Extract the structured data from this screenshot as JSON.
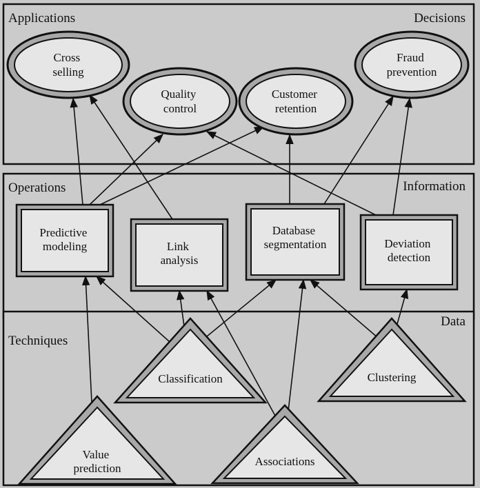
{
  "panels": {
    "top": {
      "left_title": "Applications",
      "right_title": "Decisions"
    },
    "middle": {
      "left_title": "Operations",
      "right_title": "Information"
    },
    "bottom": {
      "left_title": "Techniques",
      "right_title": "Data"
    }
  },
  "applications": [
    {
      "id": "cross",
      "lines": [
        "Cross",
        "selling"
      ]
    },
    {
      "id": "quality",
      "lines": [
        "Quality",
        "control"
      ]
    },
    {
      "id": "customer",
      "lines": [
        "Customer",
        "retention"
      ]
    },
    {
      "id": "fraud",
      "lines": [
        "Fraud",
        "prevention"
      ]
    }
  ],
  "operations": [
    {
      "id": "predictive",
      "lines": [
        "Predictive",
        "modeling"
      ]
    },
    {
      "id": "link",
      "lines": [
        "Link",
        "analysis"
      ]
    },
    {
      "id": "database",
      "lines": [
        "Database",
        "segmentation"
      ]
    },
    {
      "id": "deviation",
      "lines": [
        "Deviation",
        "detection"
      ]
    }
  ],
  "techniques": [
    {
      "id": "classification",
      "lines": [
        "Classification"
      ]
    },
    {
      "id": "clustering",
      "lines": [
        "Clustering"
      ]
    },
    {
      "id": "value",
      "lines": [
        "Value",
        "prediction"
      ]
    },
    {
      "id": "associations",
      "lines": [
        "Associations"
      ]
    }
  ],
  "edges": [
    [
      "predictive",
      "cross"
    ],
    [
      "predictive",
      "quality"
    ],
    [
      "predictive",
      "customer"
    ],
    [
      "link",
      "cross"
    ],
    [
      "database",
      "customer"
    ],
    [
      "database",
      "fraud"
    ],
    [
      "deviation",
      "quality"
    ],
    [
      "deviation",
      "fraud"
    ],
    [
      "classification",
      "predictive"
    ],
    [
      "classification",
      "link"
    ],
    [
      "classification",
      "database"
    ],
    [
      "value",
      "predictive"
    ],
    [
      "associations",
      "link"
    ],
    [
      "associations",
      "database"
    ],
    [
      "clustering",
      "database"
    ],
    [
      "clustering",
      "deviation"
    ]
  ]
}
